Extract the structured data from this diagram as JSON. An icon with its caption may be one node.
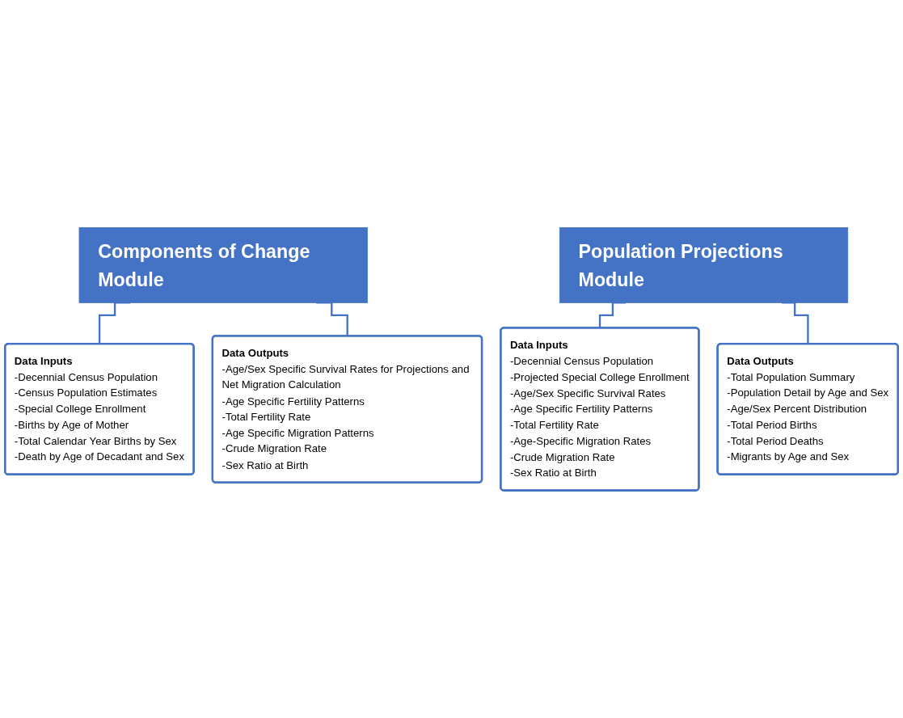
{
  "diagram": {
    "nodes": [
      {
        "text": [
          "Components of Change Module"
        ]
      },
      {
        "text": [
          "Data Inputs",
          "-Decennial Census Population",
          "-Census Population Estimates",
          "-Special College Enrollment",
          "-Births by Age of Mother",
          "-Total Calendar Year Births by Sex",
          "-Death by Age of Decadant and Sex"
        ]
      },
      {
        "text": [
          "Data Outputs",
          "-Age/Sex Specific Survival Rates for Projections and Net Migration Calculation",
          "-Age Specific Fertility Patterns",
          "-Total Fertility Rate",
          "-Age Specific Migration Patterns",
          "-Crude Migration Rate",
          "-Sex Ratio at Birth"
        ]
      },
      {
        "text": [
          "Population Projections Module"
        ]
      },
      {
        "text": [
          "Data Inputs",
          "-Decennial Census Population",
          "-Projected Special College Enrollment",
          "-Age/Sex Specific Survival Rates",
          "-Age Specific Fertility Patterns",
          "-Total Fertility Rate",
          "-Age-Specific Migration Rates",
          "-Crude Migration Rate",
          "-Sex Ratio at Birth"
        ]
      },
      {
        "text": [
          "Data Outputs",
          "-Total Population Summary",
          "-Population Detail by Age and Sex",
          "-Age/Sex Percent Distribution",
          "-Total Period Births",
          "-Total Period Deaths",
          "-Migrants by Age and Sex"
        ]
      }
    ],
    "edges": [
      {
        "from": 0,
        "to": 1,
        "arrow": "none"
      },
      {
        "from": 0,
        "to": 2,
        "arrow": "none"
      },
      {
        "from": 3,
        "to": 4,
        "arrow": "none"
      },
      {
        "from": 3,
        "to": 5,
        "arrow": "none"
      }
    ]
  }
}
